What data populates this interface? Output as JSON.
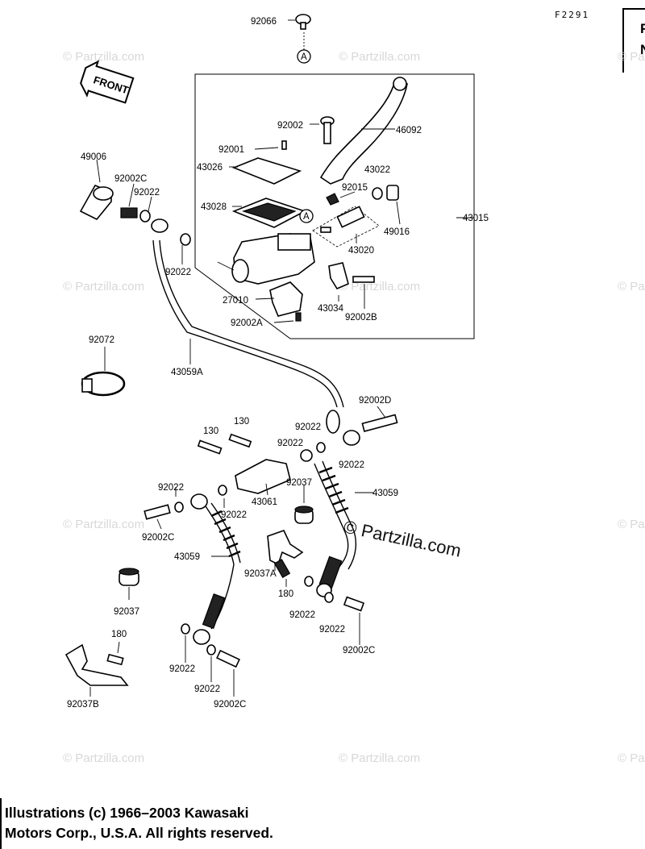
{
  "figure_code": "F2291",
  "corner_letters": [
    "F",
    "N"
  ],
  "front_arrow_label": "FRONT",
  "callout_letter": "A",
  "watermarks": {
    "small": "© Partzilla.com",
    "large": "© Partzilla.com"
  },
  "labels": {
    "p92066": "92066",
    "p46092": "46092",
    "p92002": "92002",
    "p92001": "92001",
    "p43026": "43026",
    "p49006": "49006",
    "p92002C_top": "92002C",
    "p92022_top": "92022",
    "p43028": "43028",
    "p43022": "43022",
    "p92015": "92015",
    "p43015": "43015",
    "p49016": "49016",
    "p43020": "43020",
    "p92022_mid": "92022",
    "p27010": "27010",
    "p43034": "43034",
    "p92002A": "92002A",
    "p92002B": "92002B",
    "p92072": "92072",
    "p43059A": "43059A",
    "p92002D": "92002D",
    "p130_a": "130",
    "p130_b": "130",
    "p92022_r1": "92022",
    "p92022_r2": "92022",
    "p92022_r3": "92022",
    "p92022_l1": "92022",
    "p92022_l2": "92022",
    "p92037": "92037",
    "p43059": "43059",
    "p43061": "43061",
    "p92002C_l": "92002C",
    "p43059_l": "43059",
    "p92037A": "92037A",
    "p180_a": "180",
    "p92022_b1": "92022",
    "p92022_b2": "92022",
    "p92002C_r": "92002C",
    "p92037_l": "92037",
    "p180_b": "180",
    "p92022_b3": "92022",
    "p92022_b4": "92022",
    "p92002C_b": "92002C",
    "p92037B": "92037B"
  },
  "copyright": {
    "line1": "Illustrations (c) 1966–2003 Kawasaki",
    "line2": "Motors Corp., U.S.A.  All rights reserved."
  }
}
